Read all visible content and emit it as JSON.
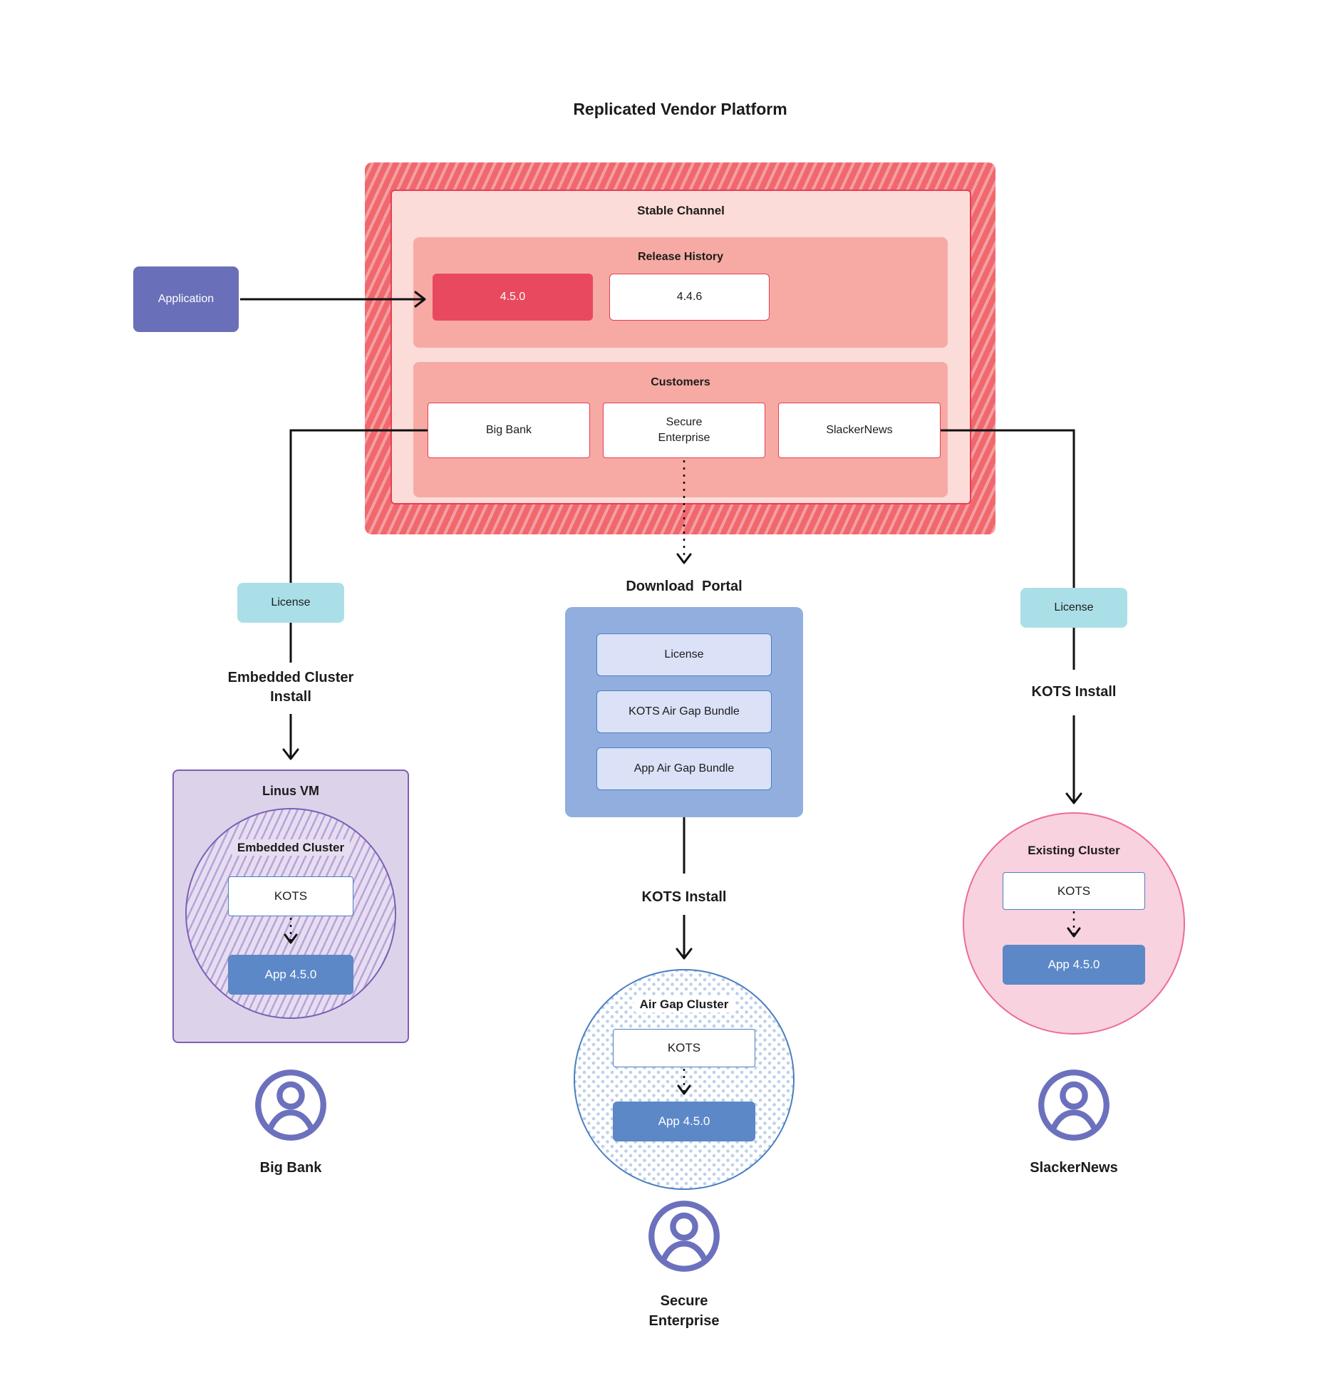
{
  "title": "Replicated Vendor Platform",
  "platform": {
    "stable_channel_label": "Stable Channel",
    "release_history_label": "Release History",
    "releases": [
      {
        "version": "4.5.0",
        "state": "current"
      },
      {
        "version": "4.4.6",
        "state": "previous"
      }
    ],
    "customers_label": "Customers",
    "customers": [
      {
        "name": "Big Bank"
      },
      {
        "name": "Secure Enterprise"
      },
      {
        "name": "SlackerNews"
      }
    ]
  },
  "application_label": "Application",
  "left_flow": {
    "license_label": "License",
    "install_line1": "Embedded Cluster",
    "install_line2": "Install",
    "vm_title": "Linus VM",
    "cluster_label": "Embedded Cluster",
    "kots_label": "KOTS",
    "app_label": "App 4.5.0",
    "user_label": "Big Bank"
  },
  "middle_flow": {
    "portal_label": "Download  Portal",
    "portal_items": [
      "License",
      "KOTS Air Gap Bundle",
      "App Air Gap Bundle"
    ],
    "install_label": "KOTS Install",
    "cluster_label": "Air Gap Cluster",
    "kots_label": "KOTS",
    "app_label": "App 4.5.0",
    "user_label": "Secure Enterprise"
  },
  "right_flow": {
    "license_label": "License",
    "install_label": "KOTS Install",
    "cluster_label": "Existing Cluster",
    "kots_label": "KOTS",
    "app_label": "App 4.5.0",
    "user_label": "SlackerNews"
  },
  "colors": {
    "accent_red": "#e83e56",
    "release_current_bg": "#e8495f",
    "hatch_dark": "#f0686d",
    "hatch_light": "#f59fa3",
    "stable_bg": "#fbdcd8",
    "salmon_bg": "#f6aaa3",
    "application_bg": "#6a6fb9",
    "license_bg": "#abdfe7",
    "portal_bg": "#92aede",
    "portal_item_bg": "#dbe1f6",
    "blue_border": "#4a7fc1",
    "app_box_bg": "#5c88c8",
    "vm_bg": "#dcd3ea",
    "vm_border": "#7d5fb5",
    "pink_circle_bg": "#f8d2de",
    "pink_circle_border": "#ee6a99",
    "user_icon": "#6b71bd"
  }
}
